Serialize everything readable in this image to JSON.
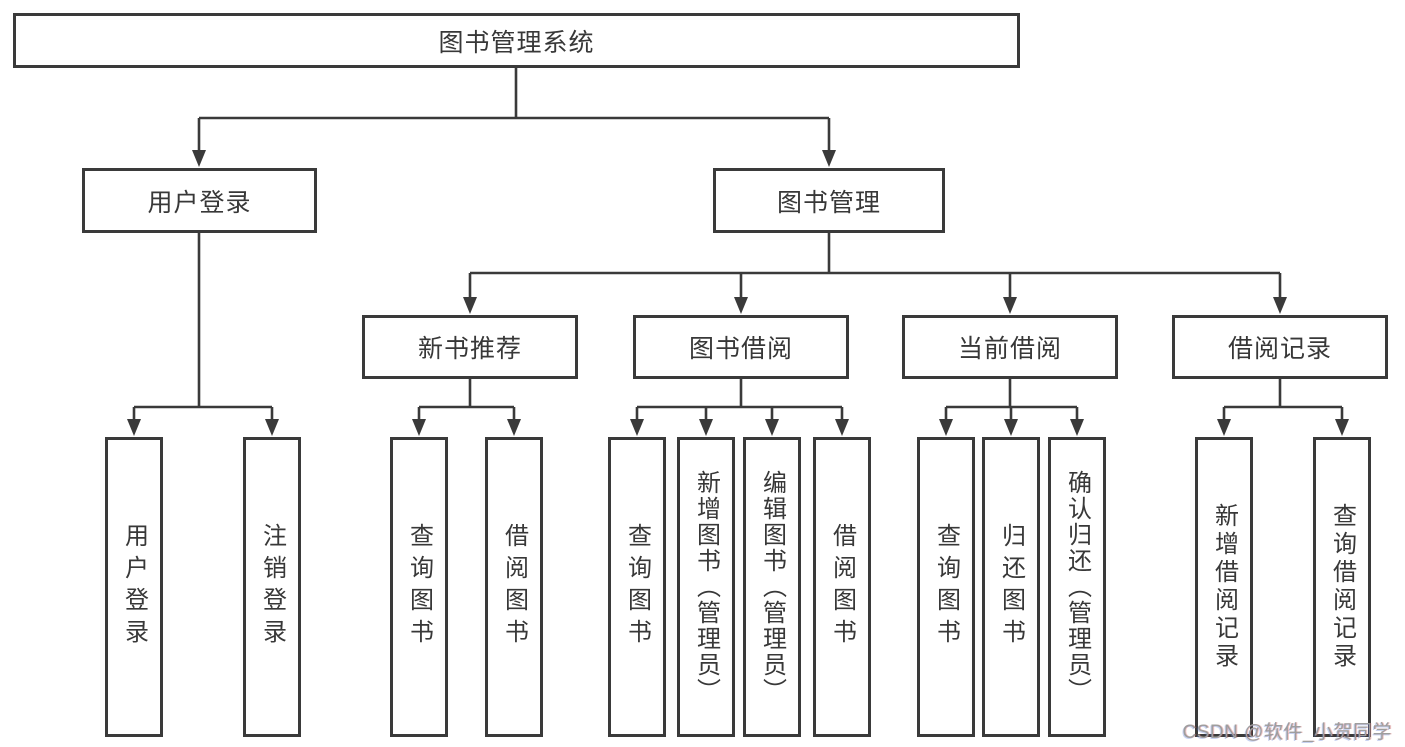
{
  "diagram_title": "图书管理系统",
  "nodes": {
    "root": "图书管理系统",
    "user_login": "用户登录",
    "book_mgmt": "图书管理",
    "new_book_rec": "新书推荐",
    "book_borrow": "图书借阅",
    "current_borrow": "当前借阅",
    "borrow_records": "借阅记录",
    "leaf_user_login": "用户登录",
    "leaf_logout": "注销登录",
    "leaf_nbr_query": "查询图书",
    "leaf_nbr_borrow": "借阅图书",
    "leaf_bb_query": "查询图书",
    "leaf_bb_add": "新增图书（管理员）",
    "leaf_bb_edit": "编辑图书（管理员）",
    "leaf_bb_borrow": "借阅图书",
    "leaf_cb_query": "查询图书",
    "leaf_cb_return": "归还图书",
    "leaf_cb_confirm": "确认归还（管理员）",
    "leaf_br_add": "新增借阅记录",
    "leaf_br_query": "查询借阅记录"
  },
  "hierarchy": {
    "图书管理系统": {
      "用户登录": [
        "用户登录",
        "注销登录"
      ],
      "图书管理": {
        "新书推荐": [
          "查询图书",
          "借阅图书"
        ],
        "图书借阅": [
          "查询图书",
          "新增图书（管理员）",
          "编辑图书（管理员）",
          "借阅图书"
        ],
        "当前借阅": [
          "查询图书",
          "归还图书",
          "确认归还（管理员）"
        ],
        "借阅记录": [
          "新增借阅记录",
          "查询借阅记录"
        ]
      }
    }
  },
  "watermark": "CSDN @软件_小贺同学",
  "colors": {
    "line": "#3a3a3a",
    "text": "#383838",
    "watermark": "#9e9e9e",
    "background": "#ffffff"
  }
}
